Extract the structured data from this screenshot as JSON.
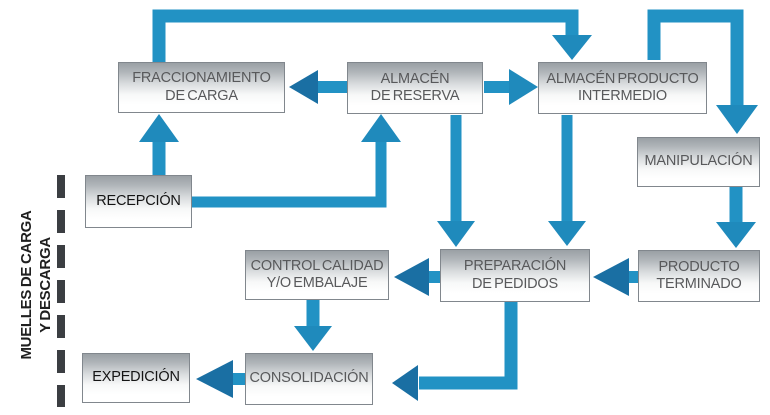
{
  "diagram": {
    "title_context": "warehouse-flow-diagram",
    "left_axis_label": {
      "line1": "MUELLES DE CARGA",
      "line2": "Y DESCARGA"
    },
    "nodes": {
      "fraccionamiento": {
        "line1": "FRACCIONAMIENTO",
        "line2": "DE CARGA"
      },
      "almacen_reserva": {
        "line1": "ALMACÉN",
        "line2": "DE RESERVA"
      },
      "almacen_producto_intermedio": {
        "line1": "ALMACÉN PRODUCTO",
        "line2": "INTERMEDIO"
      },
      "manipulacion": {
        "line1": "MANIPULACIÓN"
      },
      "recepcion": {
        "line1": "RECEPCIÓN"
      },
      "control_calidad": {
        "line1": "CONTROL CALIDAD",
        "line2": "Y/O EMBALAJE"
      },
      "preparacion_pedidos": {
        "line1": "PREPARACIÓN",
        "line2": "DE PEDIDOS"
      },
      "producto_terminado": {
        "line1": "PRODUCTO",
        "line2": "TERMINADO"
      },
      "consolidacion": {
        "line1": "CONSOLIDACIÓN"
      },
      "expedicion": {
        "line1": "EXPEDICIÓN"
      }
    },
    "connections": [
      {
        "from": "recepcion",
        "to": "fraccionamiento"
      },
      {
        "from": "recepcion",
        "to": "almacen_reserva"
      },
      {
        "from": "almacen_reserva",
        "to": "fraccionamiento"
      },
      {
        "from": "almacen_reserva",
        "to": "almacen_producto_intermedio"
      },
      {
        "from": "fraccionamiento",
        "to": "almacen_producto_intermedio"
      },
      {
        "from": "almacen_producto_intermedio",
        "to": "manipulacion"
      },
      {
        "from": "manipulacion",
        "to": "producto_terminado"
      },
      {
        "from": "almacen_reserva",
        "to": "preparacion_pedidos"
      },
      {
        "from": "almacen_producto_intermedio",
        "to": "preparacion_pedidos"
      },
      {
        "from": "producto_terminado",
        "to": "preparacion_pedidos"
      },
      {
        "from": "preparacion_pedidos",
        "to": "control_calidad"
      },
      {
        "from": "control_calidad",
        "to": "consolidacion"
      },
      {
        "from": "preparacion_pedidos",
        "to": "consolidacion"
      },
      {
        "from": "consolidacion",
        "to": "expedicion"
      }
    ],
    "colors": {
      "arrow": "#2292c4",
      "arrow_head": "#1f8abc",
      "arrow_head_dark": "#1a6fa3",
      "dash_line": "#3b3e42",
      "box_border": "#81878d",
      "box_top_gray": "#9aa0a5",
      "text_gray": "#58595b",
      "text_dark": "#141414"
    }
  }
}
